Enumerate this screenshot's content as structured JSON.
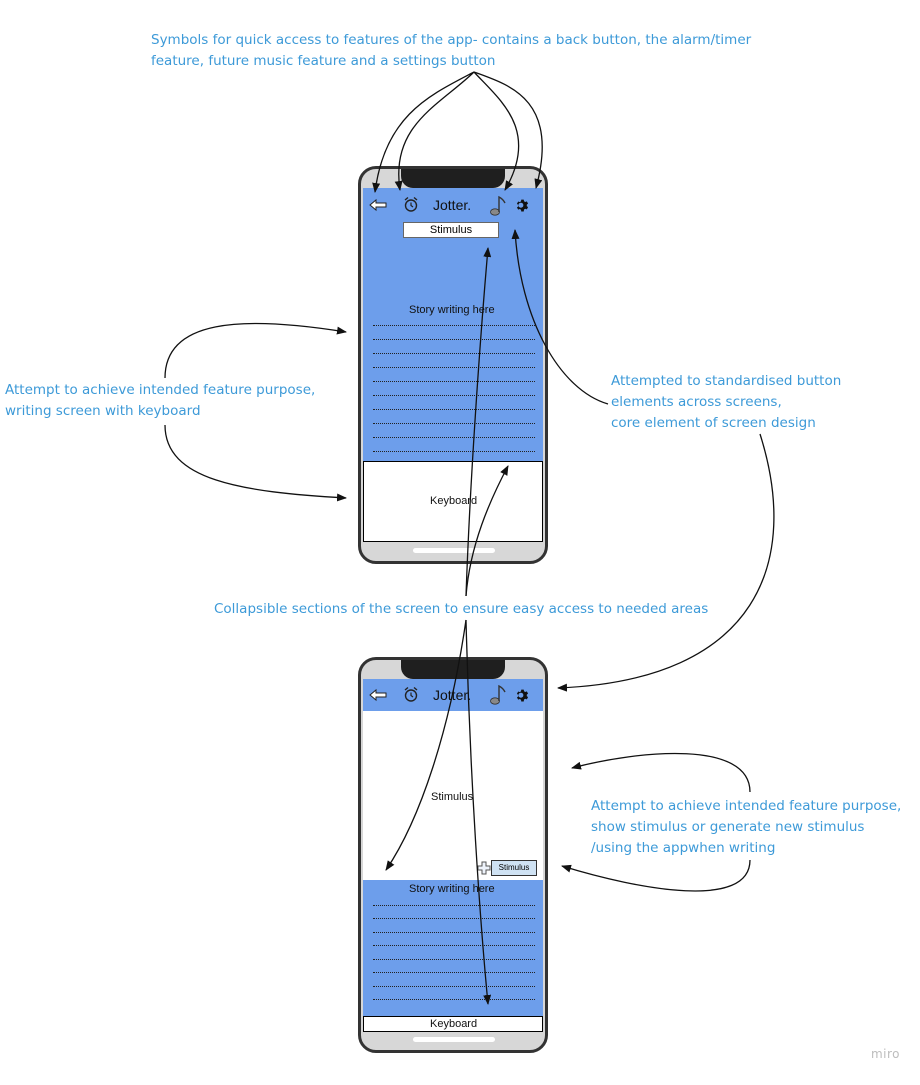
{
  "annotations": {
    "top": [
      "Symbols for quick access to features of the app- contains a back button, the alarm/timer",
      "feature, future music feature and a settings button"
    ],
    "left": [
      "Attempt to achieve intended feature purpose,",
      "writing screen with keyboard"
    ],
    "right_top": [
      "Attempted to standardised button",
      "elements across screens,",
      "core element of screen design"
    ],
    "middle": "Collapsible sections of the screen to ensure easy access to needed areas",
    "right_bottom": [
      "Attempt to achieve intended feature purpose,",
      "show stimulus or generate new stimulus",
      "/using the appwhen writing"
    ]
  },
  "phone1": {
    "title": "Jotter.",
    "stimulus": "Stimulus",
    "story": "Story writing here",
    "keyboard": "Keyboard",
    "icons": [
      "back-arrow-icon",
      "alarm-clock-icon",
      "music-note-icon",
      "gear-icon"
    ]
  },
  "phone2": {
    "title": "Jotter.",
    "stimulus": "Stimulus",
    "stimulus_button": "Stimulus",
    "story": "Story writing here",
    "keyboard": "Keyboard",
    "icons": [
      "back-arrow-icon",
      "alarm-clock-icon",
      "music-note-icon",
      "gear-icon",
      "plus-icon"
    ]
  },
  "watermark": "miro",
  "colors": {
    "annotation_text": "#3d9ad8",
    "screen_blue": "#6d9eeb",
    "phone_frame": "#333333"
  }
}
